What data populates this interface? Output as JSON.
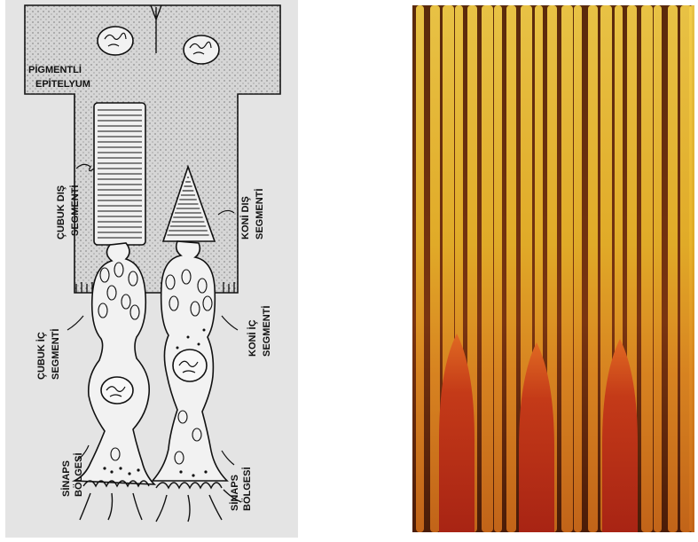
{
  "diagram": {
    "labels": {
      "pigment_line1": "PİGMENTLİ",
      "pigment_line2": "EPİTELYUM",
      "rod_outer_line1": "ÇUBUK DIŞ",
      "rod_outer_line2": "SEGMENTİ",
      "cone_outer_line1": "KONİ DIŞ",
      "cone_outer_line2": "SEGMENTİ",
      "rod_inner_line1": "ÇUBUK İÇ",
      "rod_inner_line2": "SEGMENTİ",
      "cone_inner_line1": "KONİ İÇ",
      "cone_inner_line2": "SEGMENTİ",
      "synapse_left_line1": "SİNAPS",
      "synapse_left_line2": "BÖLGESİ",
      "synapse_right_line1": "SİNAPS",
      "synapse_right_line2": "BÖLGESİ"
    }
  },
  "colors": {
    "diagram_background": "#e4e4e4",
    "epithelium_fill": "#d6d6d6",
    "ink": "#111111",
    "photo_yellow": "#e8b72a",
    "photo_orange": "#d9781e",
    "photo_red": "#b8261a",
    "photo_dark": "#6a2d0c"
  }
}
